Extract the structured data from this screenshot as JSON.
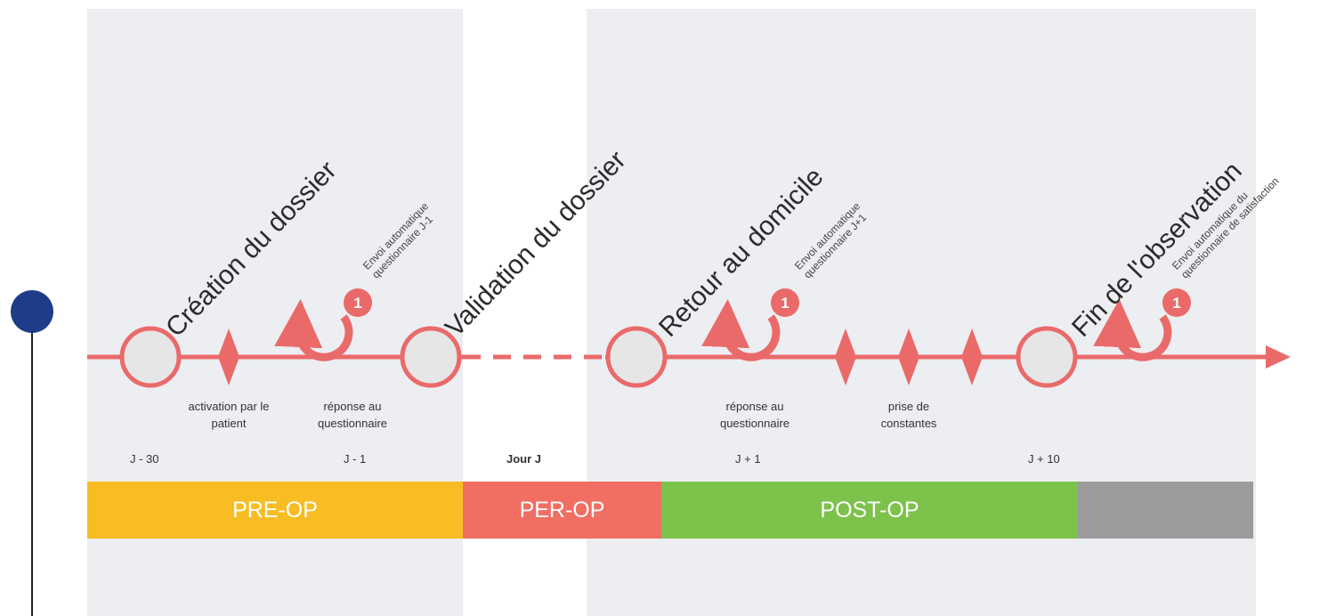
{
  "colors": {
    "timeline": "#ea6a6a",
    "node_fill": "#e6e6e6",
    "panel": "#eceef1",
    "pre_op": "#f8bd23",
    "per_op": "#f06e62",
    "post_op": "#7dc24b",
    "end": "#9b9b9b",
    "dot": "#1f3c88"
  },
  "milestones": [
    "Création du dossier",
    "Validation du dossier",
    "Retour au domicile",
    "Fin de l'observation"
  ],
  "auto_sends": [
    {
      "line1": "Envoi automatique",
      "line2": "questionnaire J-1",
      "badge": "1"
    },
    {
      "line1": "Envoi automatique",
      "line2": "questionnaire J+1",
      "badge": "1"
    },
    {
      "line1": "Envoi automatique du",
      "line2": "questionnaire de satisfaction",
      "badge": "1"
    }
  ],
  "events": {
    "activation": {
      "line1": "activation par le",
      "line2": "patient"
    },
    "reponse_pre": {
      "line1": "réponse au",
      "line2": "questionnaire"
    },
    "reponse_post": {
      "line1": "réponse au",
      "line2": "questionnaire"
    },
    "constantes": {
      "line1": "prise de",
      "line2": "constantes"
    }
  },
  "days": {
    "j_minus_30": "J - 30",
    "j_minus_1": "J - 1",
    "jour_j": "Jour J",
    "j_plus_1": "J + 1",
    "j_plus_10": "J + 10"
  },
  "phases": {
    "pre_op": "PRE-OP",
    "per_op": "PER-OP",
    "post_op": "POST-OP",
    "end": ""
  }
}
